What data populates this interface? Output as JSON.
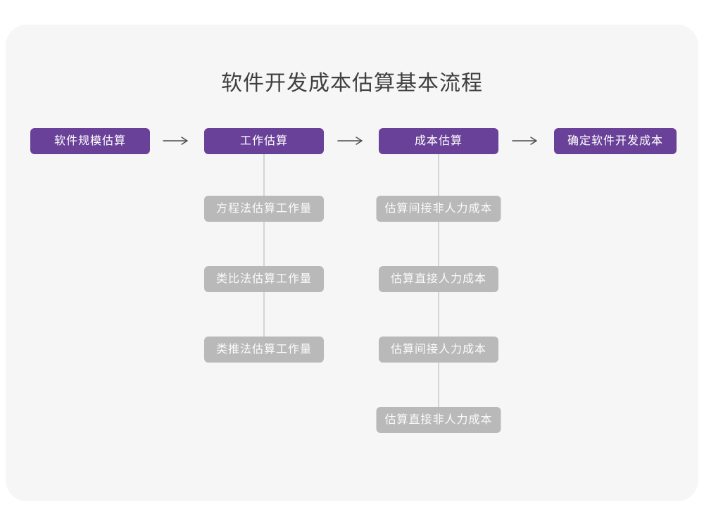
{
  "title": "软件开发成本估算基本流程",
  "colors": {
    "accent": "#6a4198",
    "sub_node_fill": "#b9b9b9",
    "card_background": "#f6f6f7",
    "connector_line": "#d4d4d4",
    "arrow": "#4c4c4c",
    "title_text": "#3f3f3f"
  },
  "flow": {
    "stages": [
      {
        "label": "软件规模估算"
      },
      {
        "label": "工作估算"
      },
      {
        "label": "成本估算"
      },
      {
        "label": "确定软件开发成本"
      }
    ],
    "work_estimation_methods": [
      "方程法估算工作量",
      "类比法估算工作量",
      "类推法估算工作量"
    ],
    "cost_estimation_steps": [
      "估算间接非人力成本",
      "估算直接人力成本",
      "估算间接人力成本",
      "估算直接非人力成本"
    ]
  }
}
